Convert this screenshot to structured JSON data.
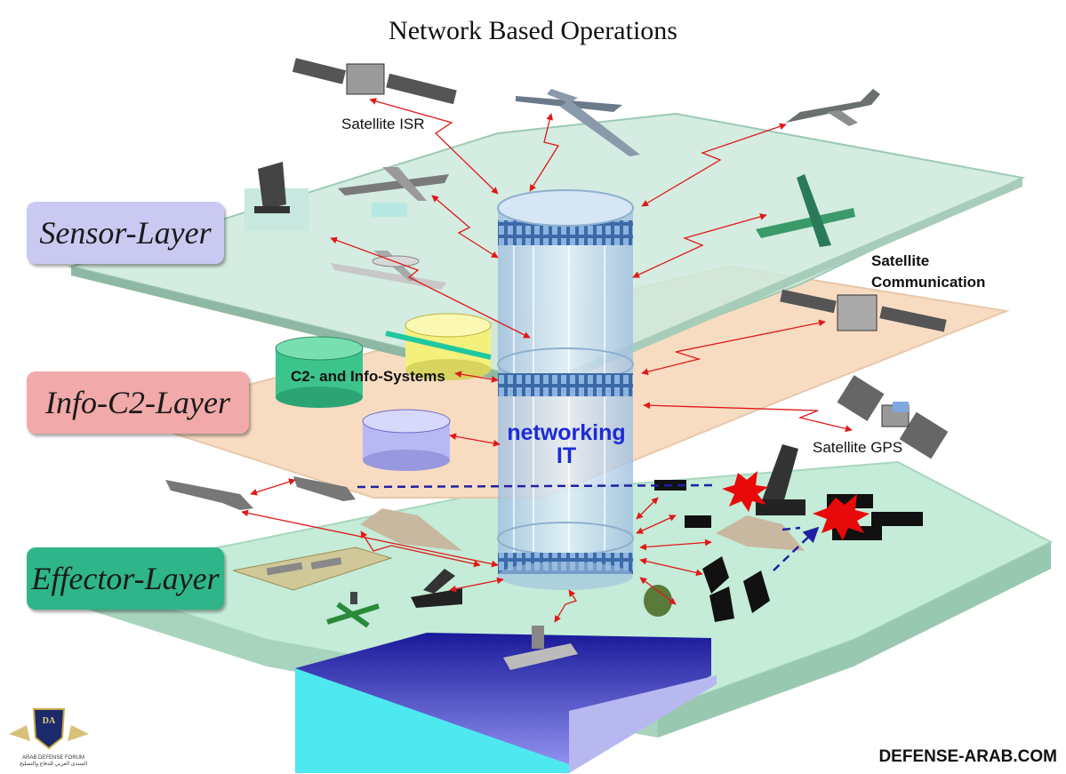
{
  "title": "Network Based Operations",
  "layers": {
    "sensor": "Sensor-Layer",
    "info": "Info-C2-Layer",
    "effector": "Effector-Layer"
  },
  "labels": {
    "satellite_isr": "Satellite ISR",
    "satellite_comm_1": "Satellite",
    "satellite_comm_2": "Communication",
    "c2_systems": "C2- and Info-Systems",
    "satellite_gps": "Satellite GPS",
    "networking_1": "networking",
    "networking_2": "IT"
  },
  "watermark": "DEFENSE-ARAB.COM",
  "logo": {
    "monogram": "DA",
    "line1": "ARAB DEFENSE FORUM",
    "line2": "المنتدى العربي للدفاع والتسليح"
  },
  "colors": {
    "sensor_plane": "#c8e8d8",
    "info_plane": "#f8dcc2",
    "effector_plane": "#c4ecd8",
    "sea": "#3434c8",
    "link": "#e01818",
    "dashed_link": "#2020a0",
    "column": "#b8d4ec"
  }
}
